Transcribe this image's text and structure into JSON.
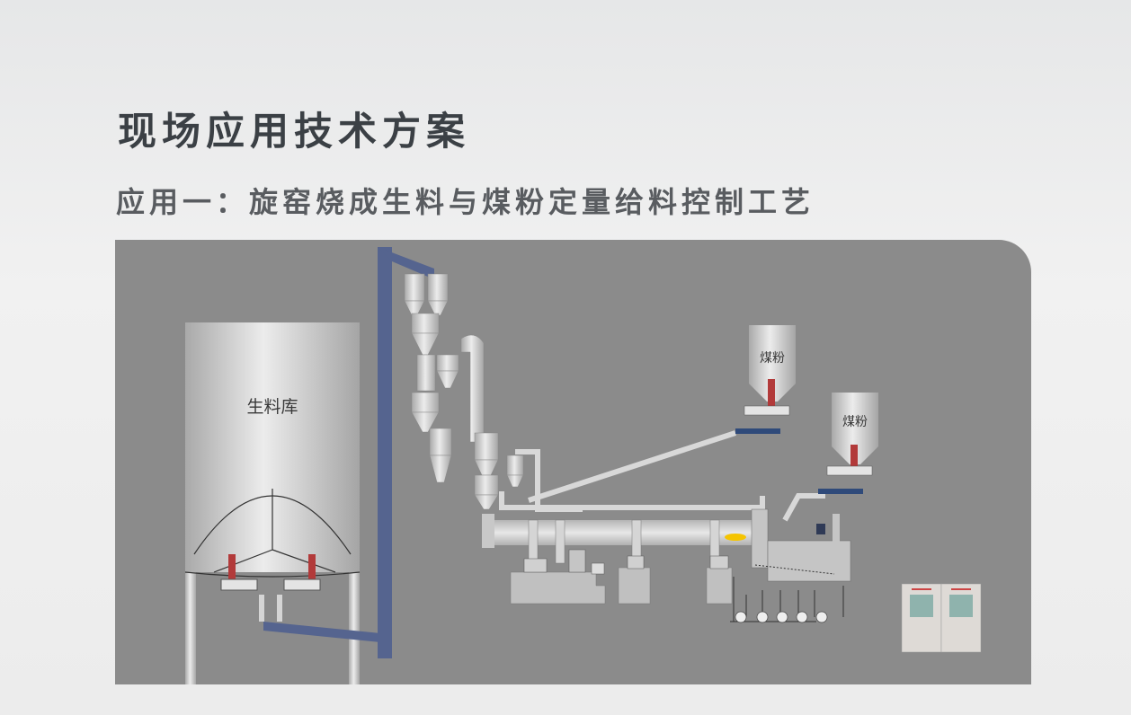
{
  "header": {
    "title": "现场应用技术方案",
    "subtitle": "应用一：旋窑烧成生料与煤粉定量给料控制工艺"
  },
  "diagram": {
    "silo_label": "生料库",
    "coal_bin_1_label": "煤粉",
    "coal_bin_2_label": "煤粉"
  },
  "colors": {
    "panel": "#8b8b8b",
    "conveyor": "#55648f",
    "equipment": "#c9c9c9"
  }
}
